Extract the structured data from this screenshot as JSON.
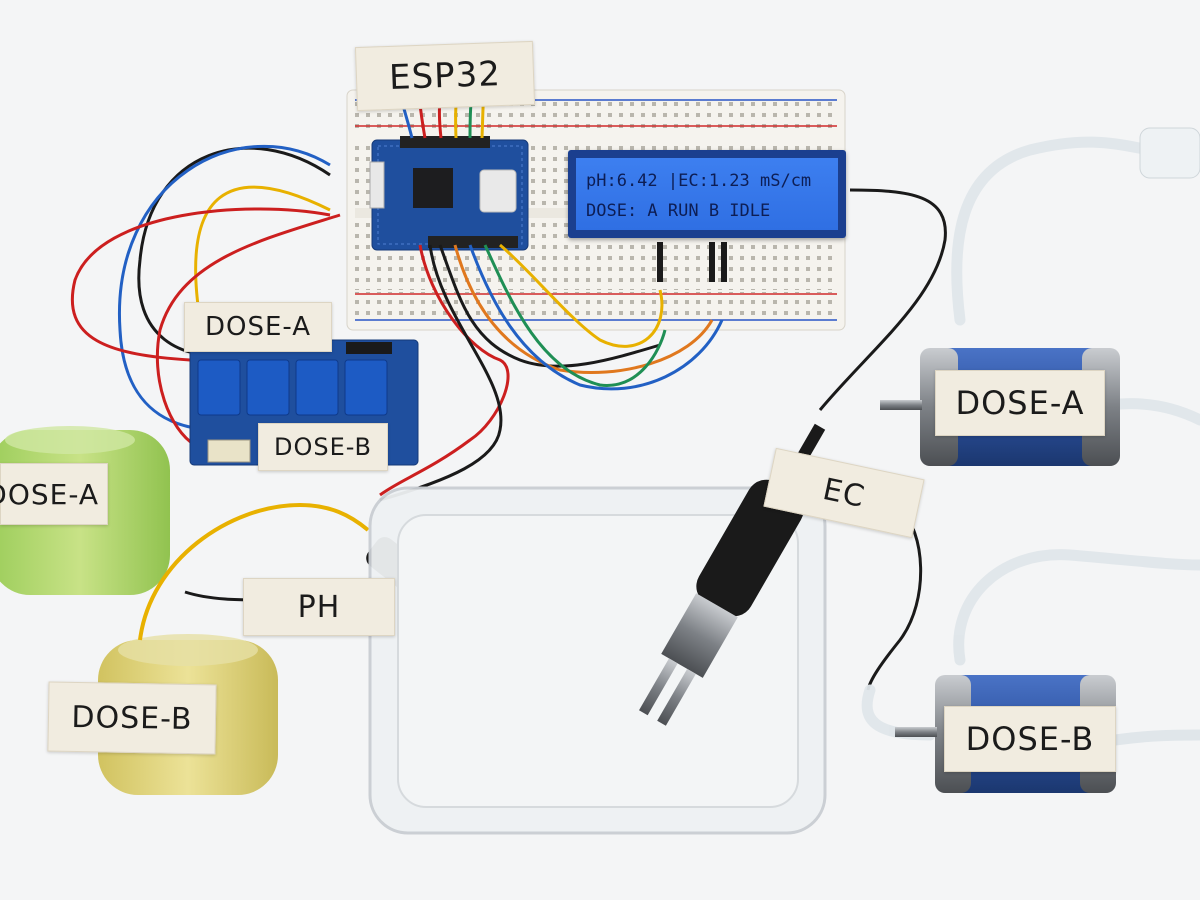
{
  "labels": {
    "esp32": "ESP32",
    "relay_dose_a": "DOSE-A",
    "relay_dose_b": "DOSE-B",
    "bottle_dose_a": "DOSE-A",
    "bottle_dose_b": "DOSE-B",
    "ph_probe": "PH",
    "ec_probe": "EC",
    "pump_dose_a": "DOSE-A",
    "pump_dose_b": "DOSE-B"
  },
  "lcd": {
    "line1": "pH:6.42 |EC:1.23 mS/cm",
    "line2": "DOSE: A RUN B IDLE"
  },
  "colors": {
    "background": "#f4f5f6",
    "lcd_backlight": "#3d7ff0",
    "lcd_bezel": "#1b3f8f",
    "relay_board": "#1f4f9e",
    "relay_block": "#1d5bc4",
    "esp32_board": "#1f4f9e",
    "pump_body": "#2d52a0",
    "wire_red": "#cc1f1f",
    "wire_yellow": "#e8b100",
    "wire_black": "#1a1a1a",
    "wire_orange": "#e0781e",
    "wire_green": "#1f8f55",
    "wire_blue": "#2260c4",
    "bottle_green": "#a9d65a",
    "bottle_yellow": "#d9cf6a"
  },
  "icons": {
    "esp32": "esp32-module-icon",
    "relay": "relay-module-icon",
    "pump": "peristaltic-pump-icon",
    "probe_ph": "ph-probe-icon",
    "probe_ec": "ec-probe-icon",
    "bottle": "bottle-icon",
    "container": "plastic-tub-icon"
  }
}
